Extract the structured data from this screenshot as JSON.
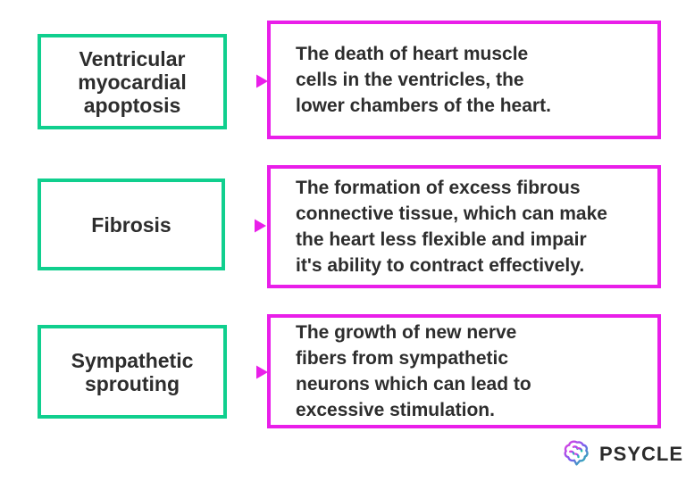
{
  "colors": {
    "term_border": "#10cf8e",
    "definition_border": "#e91ee9",
    "arrow_start": "#10cf8e",
    "arrow_mid": "#8e5ad8",
    "arrow_end": "#e91ee9",
    "text": "#2d2d2d",
    "background": "#ffffff",
    "logo_pink": "#e83de0",
    "logo_purple": "#7b5bee",
    "logo_teal": "#12c9a2"
  },
  "rows": [
    {
      "term": "Ventricular myocardial apoptosis",
      "term_lines": [
        "Ventricular",
        "myocardial",
        "apoptosis"
      ],
      "definition": "The death of heart muscle cells in the ventricles, the lower chambers of the heart.",
      "definition_lines": [
        "The death of heart muscle",
        "cells in the ventricles, the",
        "lower chambers of the heart."
      ]
    },
    {
      "term": "Fibrosis",
      "term_lines": [
        "Fibrosis"
      ],
      "definition": "The formation of excess fibrous connective tissue, which can make the heart less flexible and impair it's ability to contract effectively.",
      "definition_lines": [
        "The formation of excess fibrous",
        "connective tissue, which can make",
        "the heart less flexible and impair",
        "it's ability to contract effectively."
      ]
    },
    {
      "term": "Sympathetic sprouting",
      "term_lines": [
        "Sympathetic",
        "sprouting"
      ],
      "definition": "The growth of new nerve fibers from sympathetic neurons which can lead to excessive stimulation.",
      "definition_lines": [
        "The growth of new nerve",
        "fibers from sympathetic",
        "neurons which can lead to",
        "excessive stimulation."
      ]
    }
  ],
  "logo": {
    "text": "PSYCLE",
    "icon": "brain-icon"
  }
}
